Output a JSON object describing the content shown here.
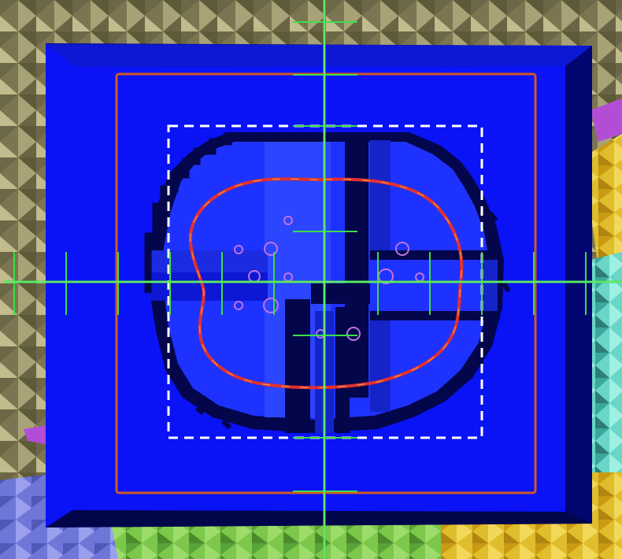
{
  "viewport": {
    "name": "3d-scene-viewport",
    "background": "#ffffff"
  },
  "colors": {
    "terrain_olive": "#8c8660",
    "terrain_dark": "#5f5b3c",
    "terrain_light": "#bdb78a",
    "magenta_shape": "#b44dd6",
    "yellow_shape": "#e0bd2a",
    "teal_shape": "#69d6c7",
    "periwinkle_shape": "#6e76d8",
    "green_shape": "#7bc84b",
    "box_face": "#0a12f6",
    "box_shadow": "#020a8c",
    "box_inner": "#1e32ff",
    "box_light": "#2c45ff",
    "dark_navy": "#03064a",
    "orange_frame": "#d05a22",
    "dashed_frame": "#ffffff",
    "contour": "#e2302e",
    "crosshair": "#3adf46",
    "markers": "#c272e0"
  },
  "overlay": {
    "crosshair": "green-crosshair",
    "frame": "orange-bounding-frame",
    "dashed": "white-dashed-crop-frame",
    "contour": "red-contour",
    "markers": "magenta-circle-markers"
  }
}
